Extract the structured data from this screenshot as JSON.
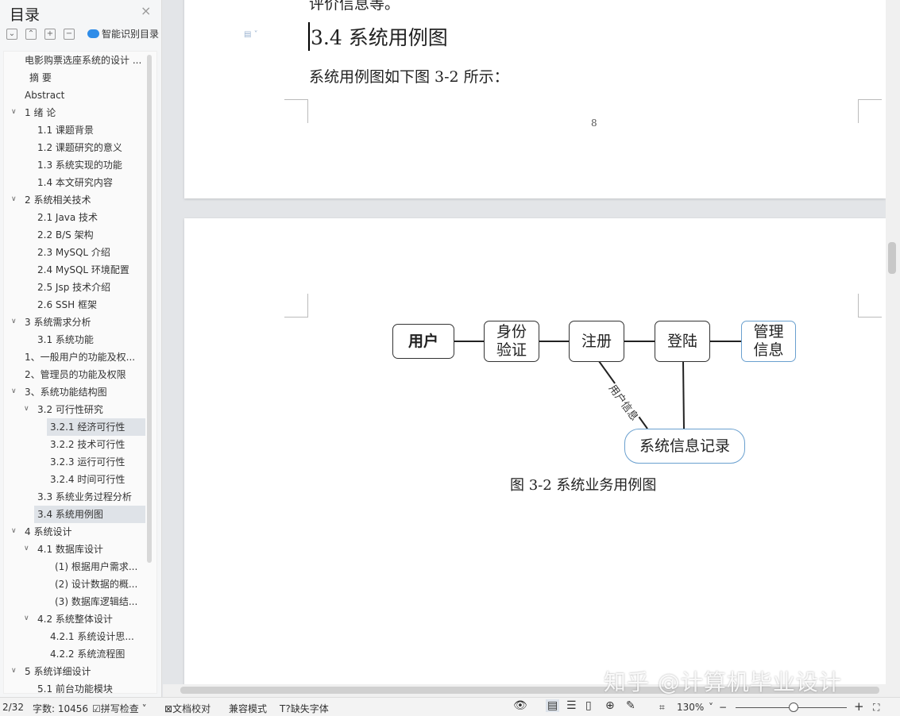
{
  "sidebar": {
    "title": "目录",
    "close": "×",
    "tools": [
      "⌄",
      "⌃",
      "+",
      "−"
    ],
    "smart_label": "智能识别目录",
    "items": [
      {
        "label": "电影购票选座系统的设计 ...",
        "level": 0
      },
      {
        "label": "摘 要",
        "level": 0
      },
      {
        "label": "Abstract",
        "level": 0
      },
      {
        "label": "1 绪 论",
        "level": 0,
        "expanded": true
      },
      {
        "label": "1.1  课题背景",
        "level": 1
      },
      {
        "label": "1.2  课题研究的意义",
        "level": 1
      },
      {
        "label": "1.3  系统实现的功能",
        "level": 1
      },
      {
        "label": "1.4  本文研究内容",
        "level": 1
      },
      {
        "label": "2 系统相关技术",
        "level": 0,
        "expanded": true
      },
      {
        "label": "2.1 Java 技术",
        "level": 1
      },
      {
        "label": "2.2 B/S 架构",
        "level": 1
      },
      {
        "label": "2.3 MySQL 介绍",
        "level": 1
      },
      {
        "label": "2.4 MySQL 环境配置",
        "level": 1
      },
      {
        "label": "2.5 Jsp 技术介绍",
        "level": 1
      },
      {
        "label": "2.6 SSH 框架",
        "level": 1
      },
      {
        "label": "3 系统需求分析",
        "level": 0,
        "expanded": true
      },
      {
        "label": "3.1 系统功能",
        "level": 1
      },
      {
        "label": "1、一般用户的功能及权...",
        "level": 0
      },
      {
        "label": "2、管理员的功能及权限",
        "level": 0
      },
      {
        "label": "3、系统功能结构图",
        "level": 0,
        "expanded": true
      },
      {
        "label": "3.2 可行性研究",
        "level": 1,
        "expanded": true
      },
      {
        "label": "3.2.1  经济可行性",
        "level": 2,
        "highlight": true
      },
      {
        "label": "3.2.2  技术可行性",
        "level": 2
      },
      {
        "label": "3.2.3  运行可行性",
        "level": 2
      },
      {
        "label": "3.2.4  时间可行性",
        "level": 2
      },
      {
        "label": "3.3 系统业务过程分析",
        "level": 1
      },
      {
        "label": "3.4 系统用例图",
        "level": 1,
        "selected": true
      },
      {
        "label": "4 系统设计",
        "level": 0,
        "expanded": true
      },
      {
        "label": "4.1 数据库设计",
        "level": 1,
        "expanded": true
      },
      {
        "label": "(1)  根据用户需求...",
        "level": 3
      },
      {
        "label": "(2)  设计数据的概...",
        "level": 3
      },
      {
        "label": "(3)  数据库逻辑结...",
        "level": 3
      },
      {
        "label": "4.2 系统整体设计",
        "level": 1,
        "expanded": true
      },
      {
        "label": "4.2.1  系统设计思...",
        "level": 2
      },
      {
        "label": "4.2.2 系统流程图",
        "level": 2
      },
      {
        "label": "5 系统详细设计",
        "level": 0,
        "expanded": true
      },
      {
        "label": "5.1 前台功能模块",
        "level": 1
      }
    ]
  },
  "document": {
    "prev_text": "评价信息等。",
    "heading": "3.4 系统用例图",
    "paragraph": "系统用例图如下图 3-2 所示：",
    "page_number": "8",
    "diagram": {
      "nodes": {
        "user": "用户",
        "auth": "身份\n验证",
        "register": "注册",
        "login": "登陆",
        "manage": "管理\n信息",
        "record": "系统信息记录"
      },
      "edge_label": "用户信息",
      "caption": "图 3-2  系统业务用例图"
    }
  },
  "status": {
    "page": "2/32",
    "word_count": "字数: 10456",
    "spell_check": "拼写检查",
    "doc_check": "文档校对",
    "compat": "兼容模式",
    "missing_font": "缺失字体",
    "zoom": "130%"
  },
  "watermark": "知乎 @计算机毕业设计"
}
